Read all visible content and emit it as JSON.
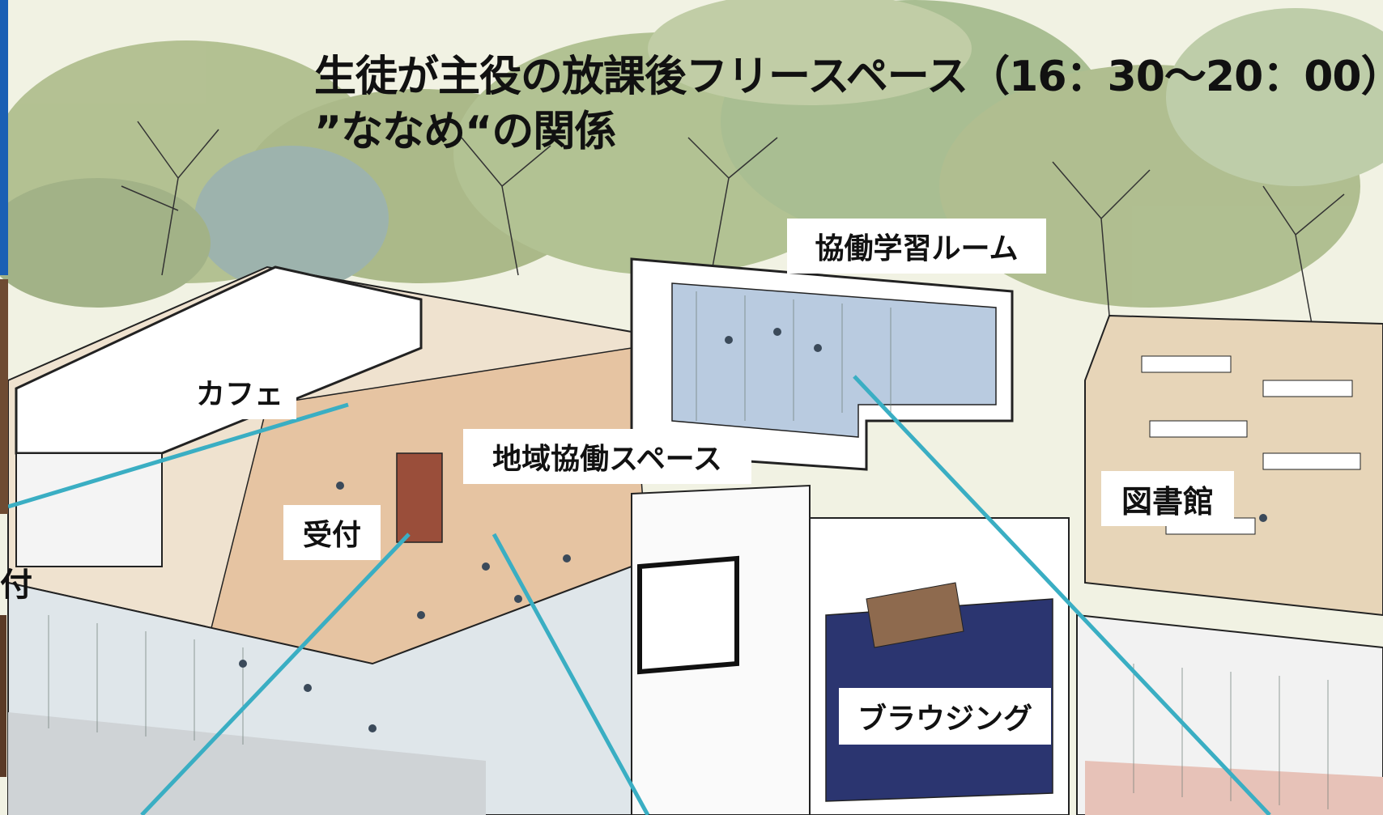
{
  "title": {
    "line1": "生徒が主役の放課後フリースペース（16：30〜20：00）",
    "line2": "”ななめ“の関係"
  },
  "labels": {
    "cafe": "カフェ",
    "reception": "受付",
    "community_space": "地域協働スペース",
    "learning_room": "協働学習ルーム",
    "library": "図書館",
    "browsing": "ブラウジング",
    "edge_fragment": "付"
  },
  "colors": {
    "foliage": "#9fb07a",
    "floor": "#e8c6a6",
    "study_room": "#b9cbe0",
    "browsing_floor": "#2b3570",
    "leader_line": "#3aaec3",
    "frame_blue": "#1a5fb4"
  }
}
